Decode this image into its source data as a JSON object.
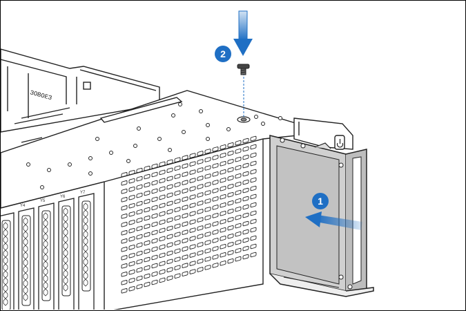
{
  "figure": {
    "callouts": [
      {
        "number": "1",
        "meaning": "slide bracket toward chassis",
        "color": "#1f6fc4"
      },
      {
        "number": "2",
        "meaning": "install screw",
        "color": "#1f6fc4"
      }
    ],
    "bay_labels": [
      "Y4",
      "Y5",
      "Y6",
      "Y7"
    ],
    "colors": {
      "line": "#222222",
      "metal": "#ffffff",
      "bracket": "#c8c8c8",
      "callout": "#1f6fc4",
      "arrow": "#1f6fc4"
    },
    "icons": {
      "power": "power-icon",
      "screw": "screw-icon"
    }
  }
}
